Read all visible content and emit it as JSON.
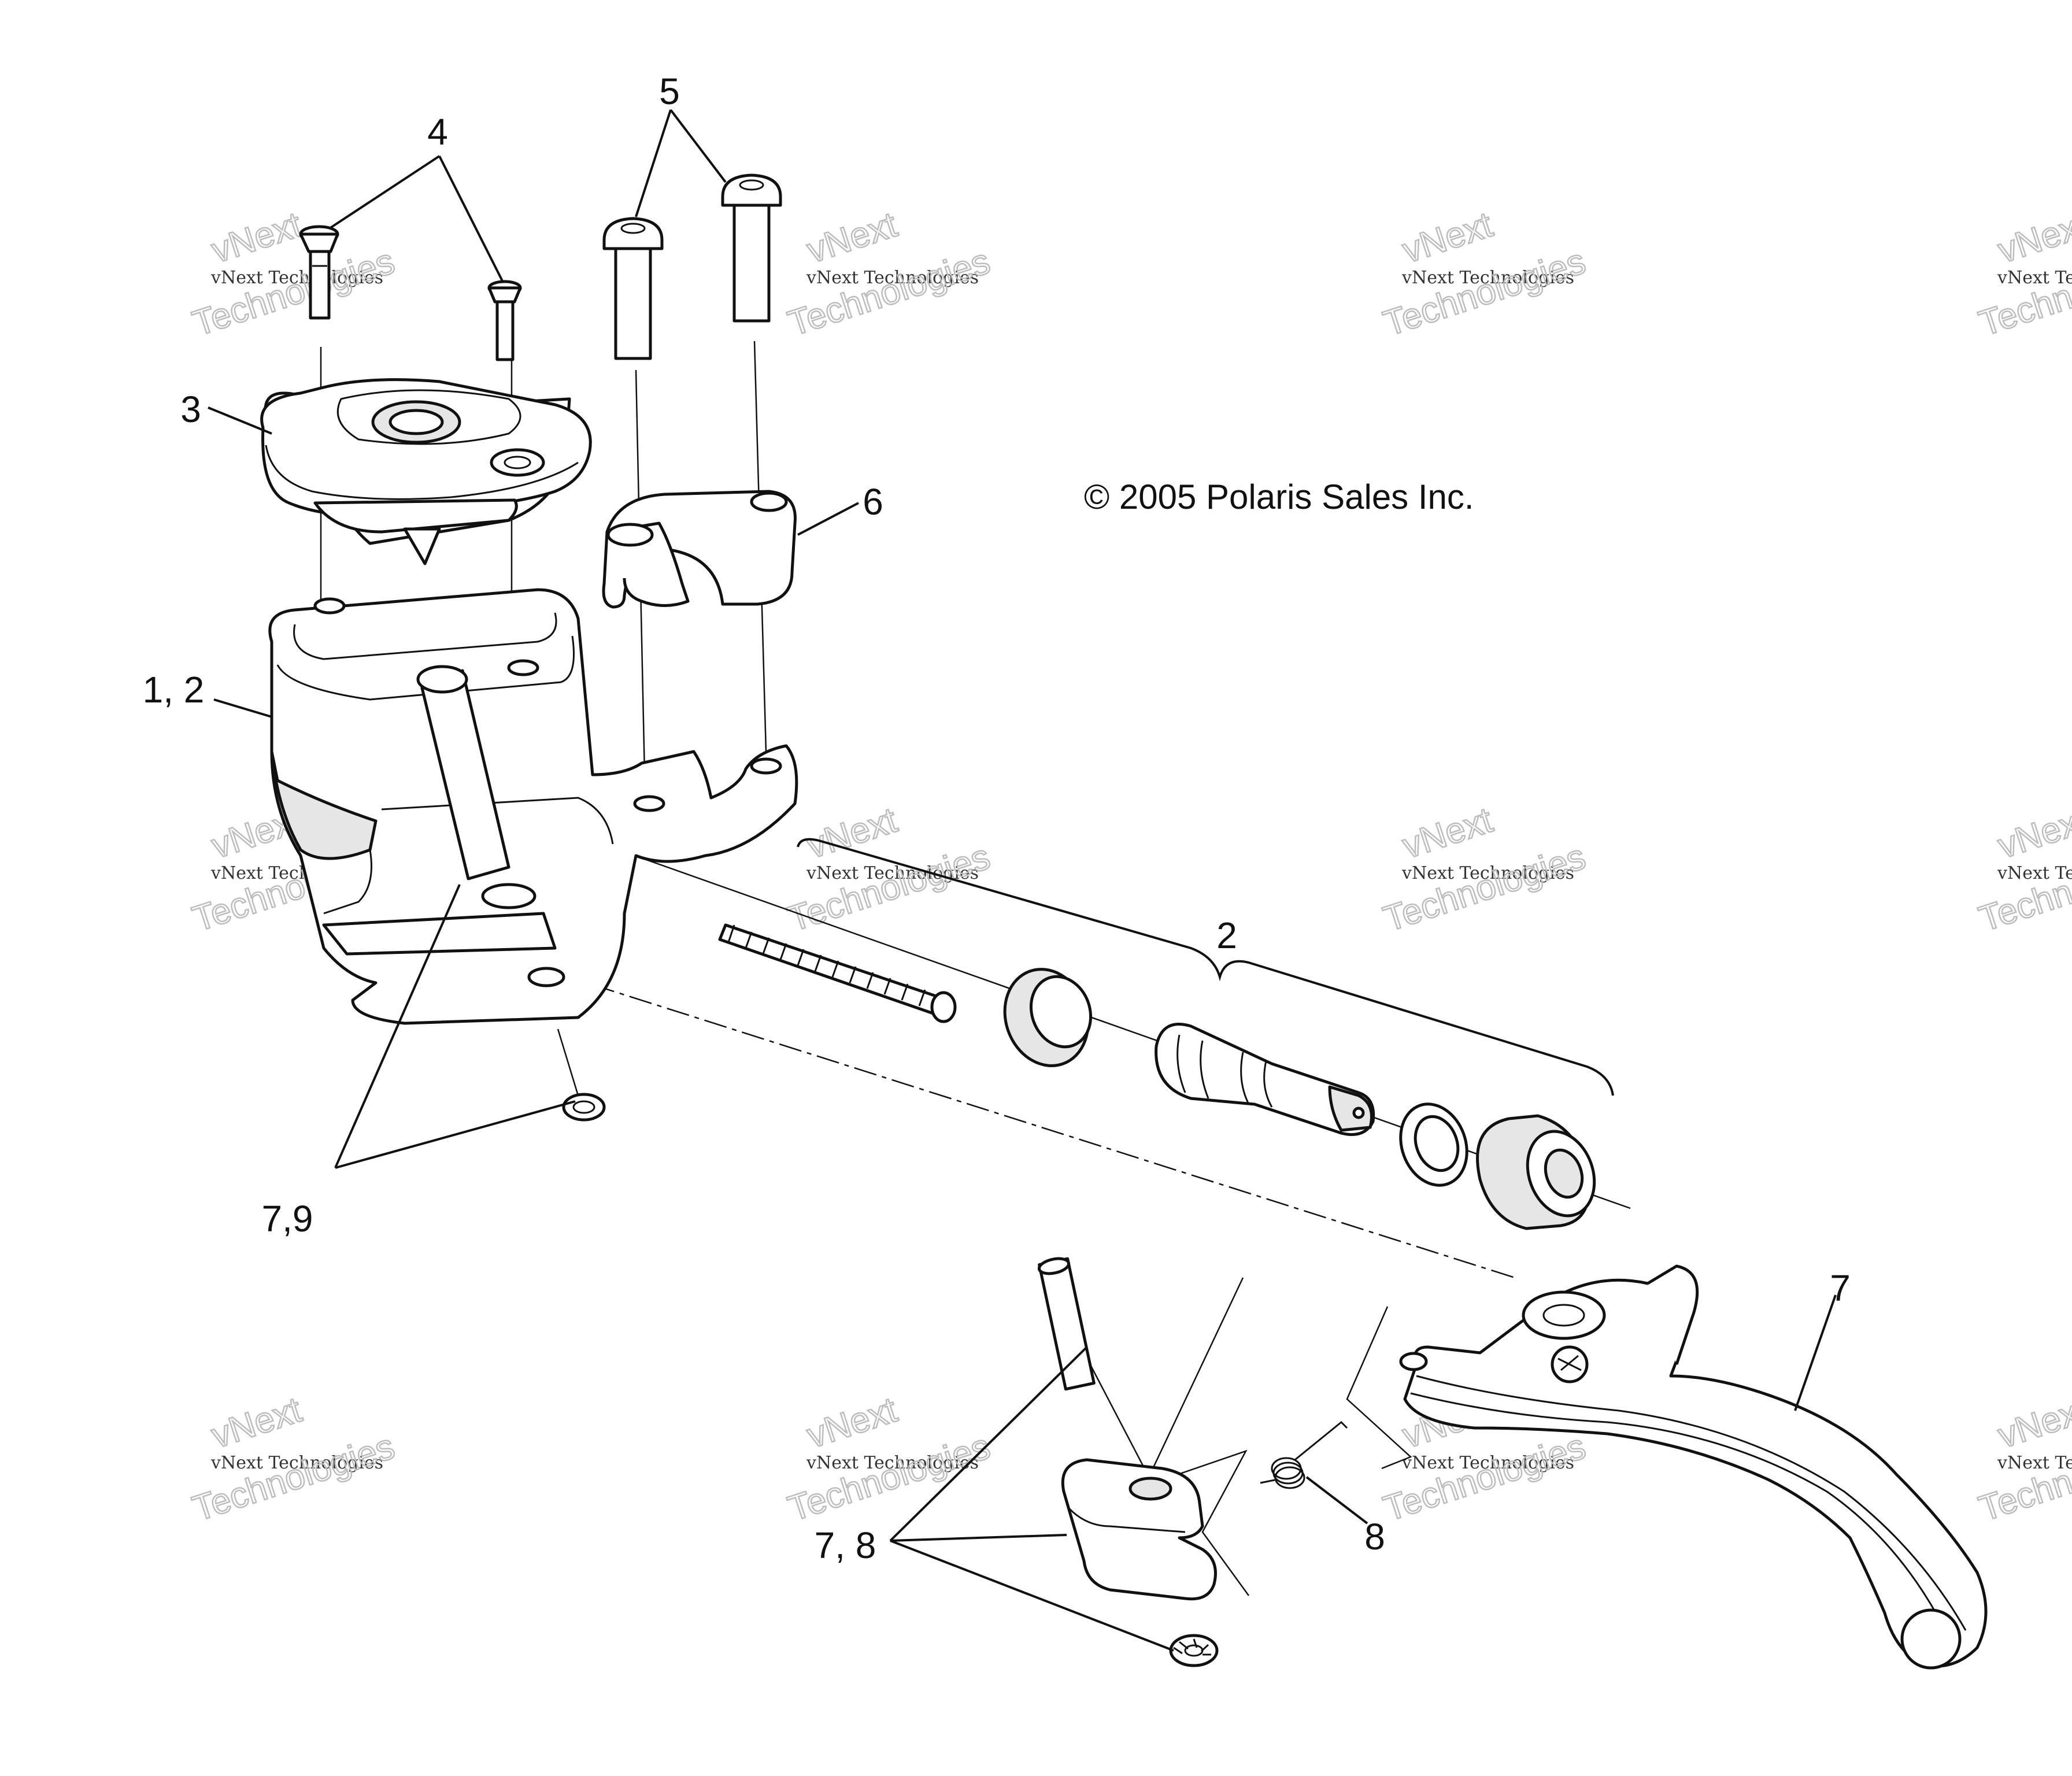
{
  "diagram": {
    "callouts": {
      "c1": "4",
      "c2": "5",
      "c3": "3",
      "c4": "6",
      "c5": "1, 2",
      "c6": "2",
      "c7": "7,9",
      "c8": "7",
      "c9": "7, 8",
      "c10": "8"
    },
    "copyright": "© 2005 Polaris Sales Inc.",
    "watermark": {
      "line1": "vNext Technologies",
      "line2": "Technologies",
      "line3": "vNext"
    }
  }
}
